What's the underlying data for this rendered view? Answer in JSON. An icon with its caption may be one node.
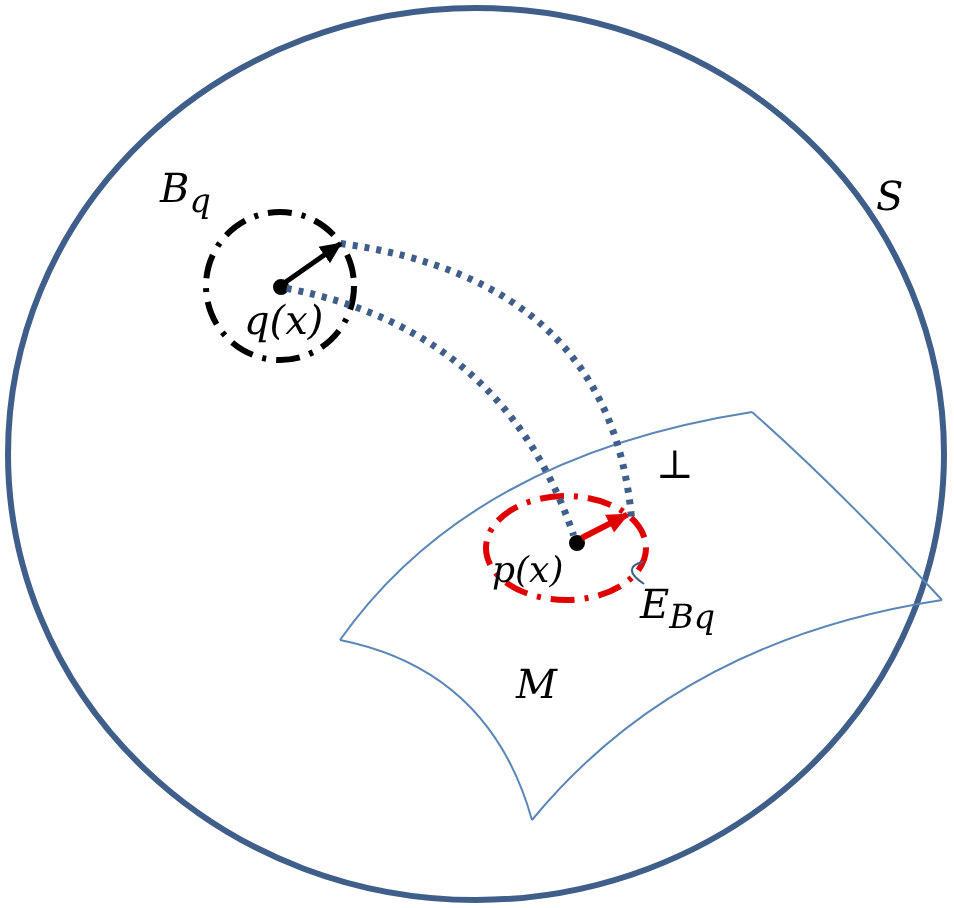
{
  "diagram": {
    "nodes": [
      {
        "text": [
          "S"
        ]
      },
      {
        "text": [
          "B$_{q}$"
        ],
        "in": 0
      },
      {
        "text": [
          "q(x)"
        ],
        "in": 1
      },
      {
        "text": [
          "M"
        ],
        "in": 0
      },
      {
        "text": [],
        "shape": "circle",
        "in": 3
      },
      {
        "text": [
          "p(x)"
        ],
        "in": 4
      },
      {
        "text": [
          "E$_{Bq}$"
        ],
        "in": 3
      }
    ],
    "edges": [
      {
        "from": 2,
        "to": 5,
        "arrow": "none",
        "style": "dashed"
      },
      {
        "from": 1,
        "to": 4,
        "arrow": "none",
        "style": "dashed"
      },
      {
        "from": 2,
        "to": 1,
        "arrow": "to",
        "color": "#000000"
      },
      {
        "from": 5,
        "to": 4,
        "arrow": "to",
        "color": "#e00000"
      },
      {
        "from": 6,
        "to": 4,
        "arrow": "none"
      }
    ],
    "labels": [
      "⊥"
    ]
  }
}
